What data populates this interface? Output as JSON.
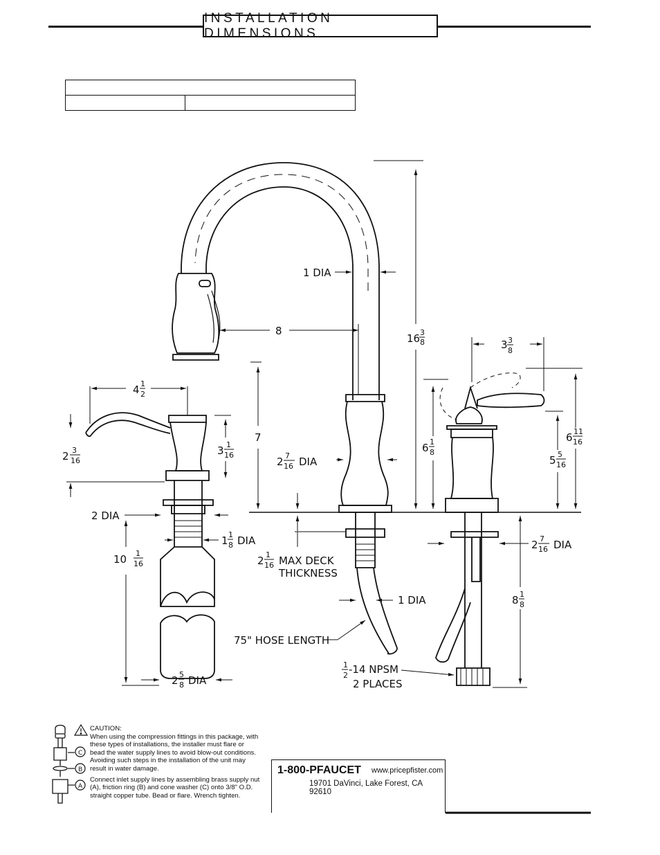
{
  "header": {
    "title": "INSTALLATION DIMENSIONS"
  },
  "dimensions": {
    "one_dia_top": "1 DIA",
    "reach": "8",
    "height_whole": "16",
    "height_frac_num": "3",
    "height_frac_den": "8",
    "handle_width_whole": "3",
    "handle_width_num": "3",
    "handle_width_den": "8",
    "spout_clear": "7",
    "body_dia_whole": "2",
    "body_dia_num": "7",
    "body_dia_den": "16",
    "body_dia_suffix": "DIA",
    "side_height_whole": "6",
    "side_height_num": "1",
    "side_height_den": "8",
    "handle_top_whole": "6",
    "handle_top_num": "11",
    "handle_top_den": "16",
    "handle_mid_whole": "5",
    "handle_mid_num": "5",
    "handle_mid_den": "16",
    "soap_reach_whole": "4",
    "soap_reach_num": "1",
    "soap_reach_den": "2",
    "soap_spout_whole": "2",
    "soap_spout_num": "3",
    "soap_spout_den": "16",
    "soap_head_whole": "3",
    "soap_head_num": "1",
    "soap_head_den": "16",
    "soap_flange": "2 DIA",
    "soap_shank_whole": "1",
    "soap_shank_num": "1",
    "soap_shank_den": "8",
    "soap_shank_suffix": "DIA",
    "soap_length_whole": "10",
    "soap_length_num": "1",
    "soap_length_den": "16",
    "soap_bottle_whole": "2",
    "soap_bottle_num": "5",
    "soap_bottle_den": "8",
    "soap_bottle_suffix": "DIA",
    "deck_whole": "2",
    "deck_num": "1",
    "deck_den": "16",
    "deck_line1": "MAX DECK",
    "deck_line2": "THICKNESS",
    "hose_dia": "1 DIA",
    "hose_length": "75\" HOSE LENGTH",
    "side_base_whole": "2",
    "side_base_num": "7",
    "side_base_den": "16",
    "side_base_suffix": "DIA",
    "side_shank_whole": "8",
    "side_shank_num": "1",
    "side_shank_den": "8",
    "npsm_num": "1",
    "npsm_den": "2",
    "npsm_line1": "-14 NPSM",
    "npsm_line2": "2 PLACES",
    "label_c": "C",
    "label_b": "B",
    "label_a": "A"
  },
  "caution": {
    "heading": "CAUTION:",
    "line1": "When using the compression fittings in this package, with",
    "line2": "these types of installations, the installer must flare or",
    "line3": "bead the water supply lines to avoid blow-out conditions.",
    "line4": "Avoiding such steps in the installation of the unit may",
    "line5": "result in water damage.",
    "line6": "Connect inlet supply lines by assembling brass supply nut",
    "line7": "(A), friction ring (B) and cone washer (C) onto 3/8\" O.D.",
    "line8": "straight copper tube. Bead or flare. Wrench tighten."
  },
  "contact": {
    "phone": "1-800-PFAUCET",
    "website": "www.pricepfister.com",
    "address": "19701 DaVinci, Lake Forest, CA  92610"
  }
}
